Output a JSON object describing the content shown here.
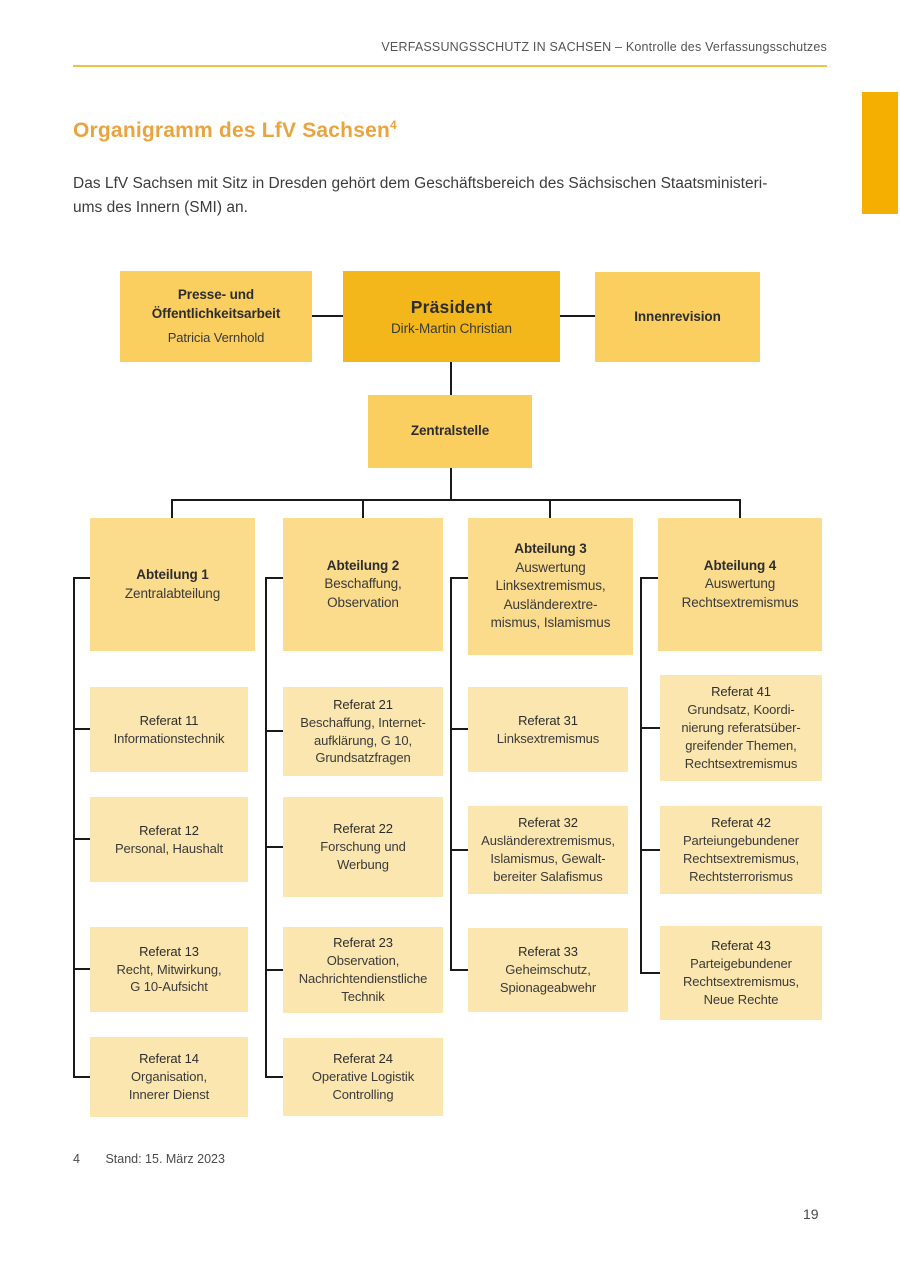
{
  "header": {
    "running_title": "VERFASSUNGSSCHUTZ IN SACHSEN – Kontrolle des Verfassungsschutzes"
  },
  "title": {
    "text": "Organigramm des LfV Sachsen",
    "footnote_ref": "4"
  },
  "intro": "Das LfV Sachsen mit Sitz in Dresden gehört dem Geschäftsbereich des Sächsischen Staatsministeri-\nums des Innern (SMI) an.",
  "org_chart": {
    "presse": {
      "title": "Presse- und\nÖffentlichkeitsarbeit",
      "body": "Patricia Vernhold"
    },
    "praesident": {
      "title": "Präsident",
      "body": "Dirk-Martin Christian"
    },
    "innenrevision": {
      "title": "Innenrevision"
    },
    "zentralstelle": {
      "title": "Zentralstelle"
    },
    "abteilung1": {
      "title": "Abteilung 1",
      "body": "Zentralabteilung"
    },
    "abteilung2": {
      "title": "Abteilung 2",
      "body": "Beschaffung,\nObservation"
    },
    "abteilung3": {
      "title": "Abteilung 3",
      "body": "Auswertung\nLinksextremismus,\nAusländerextre-\nmismus, Islamismus"
    },
    "abteilung4": {
      "title": "Abteilung 4",
      "body": "Auswertung\nRechtsextremismus"
    },
    "referat11": {
      "title": "Referat 11",
      "body": "Informationstechnik"
    },
    "referat12": {
      "title": "Referat 12",
      "body": "Personal, Haushalt"
    },
    "referat13": {
      "title": "Referat 13",
      "body": "Recht, Mitwirkung,\nG 10-Aufsicht"
    },
    "referat14": {
      "title": "Referat 14",
      "body": "Organisation,\nInnerer Dienst"
    },
    "referat21": {
      "title": "Referat 21",
      "body": "Beschaffung, Internet-\naufklärung, G 10,\nGrundsatzfragen"
    },
    "referat22": {
      "title": "Referat 22",
      "body": "Forschung und\nWerbung"
    },
    "referat23": {
      "title": "Referat 23",
      "body": "Observation,\nNachrichtendienstliche\nTechnik"
    },
    "referat24": {
      "title": "Referat 24",
      "body": "Operative Logistik\nControlling"
    },
    "referat31": {
      "title": "Referat 31",
      "body": "Linksextremismus"
    },
    "referat32": {
      "title": "Referat 32",
      "body": "Ausländerextremismus,\nIslamismus, Gewalt-\nbereiter Salafismus"
    },
    "referat33": {
      "title": "Referat 33",
      "body": "Geheimschutz,\nSpionageabwehr"
    },
    "referat41": {
      "title": "Referat 41",
      "body": "Grundsatz, Koordi-\nnierung referatsüber-\ngreifender Themen,\nRechtsextremismus"
    },
    "referat42": {
      "title": "Referat 42",
      "body": "Parteiungebundener\nRechtsextremismus,\nRechtsterrorismus"
    },
    "referat43": {
      "title": "Referat 43",
      "body": "Parteigebundener\nRechtsextremismus,\nNeue Rechte"
    }
  },
  "footnote": {
    "marker": "4",
    "text": "Stand: 15. März 2023"
  },
  "page_number": "19",
  "colors": {
    "accent-tab": "#f5af00",
    "box-president": "#f3b71b",
    "box-gold": "#fbce60",
    "box-department": "#fbdb8c",
    "box-unit": "#fae6ae",
    "rule-yellow": "#e9c545",
    "title-orange": "#e9a440",
    "connector": "#1a1a1a"
  }
}
